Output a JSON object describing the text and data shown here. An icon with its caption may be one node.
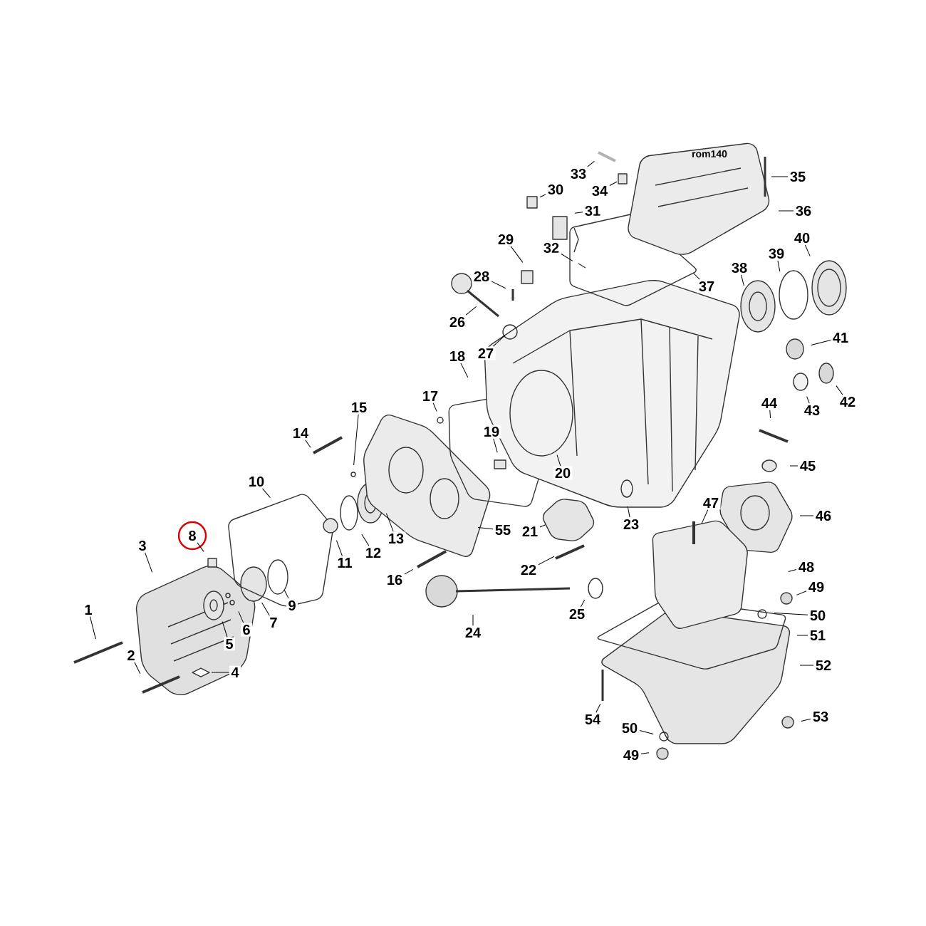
{
  "diagram": {
    "nodes": [
      {
        "text": [
          "1"
        ]
      },
      {
        "text": [
          "2"
        ]
      },
      {
        "text": [
          "3"
        ]
      },
      {
        "text": [
          "4"
        ]
      },
      {
        "text": [
          "5"
        ]
      },
      {
        "text": [
          "6"
        ]
      },
      {
        "text": [
          "7"
        ]
      },
      {
        "text": [
          "8"
        ]
      },
      {
        "text": [
          "9"
        ]
      },
      {
        "text": [
          "10"
        ]
      },
      {
        "text": [
          "11"
        ]
      },
      {
        "text": [
          "12"
        ]
      },
      {
        "text": [
          "13"
        ]
      },
      {
        "text": [
          "14"
        ]
      },
      {
        "text": [
          "15"
        ]
      },
      {
        "text": [
          "16"
        ]
      },
      {
        "text": [
          "17"
        ]
      },
      {
        "text": [
          "18"
        ]
      },
      {
        "text": [
          "19"
        ]
      },
      {
        "text": [
          "20"
        ]
      },
      {
        "text": [
          "21"
        ]
      },
      {
        "text": [
          "22"
        ]
      },
      {
        "text": [
          "23"
        ]
      },
      {
        "text": [
          "24"
        ]
      },
      {
        "text": [
          "25"
        ]
      },
      {
        "text": [
          "26"
        ]
      },
      {
        "text": [
          "27"
        ]
      },
      {
        "text": [
          "28"
        ]
      },
      {
        "text": [
          "29"
        ]
      },
      {
        "text": [
          "30"
        ]
      },
      {
        "text": [
          "31"
        ]
      },
      {
        "text": [
          "32"
        ]
      },
      {
        "text": [
          "33"
        ]
      },
      {
        "text": [
          "34"
        ]
      },
      {
        "text": [
          "35"
        ]
      },
      {
        "text": [
          "36"
        ]
      },
      {
        "text": [
          "37"
        ]
      },
      {
        "text": [
          "38"
        ]
      },
      {
        "text": [
          "39"
        ]
      },
      {
        "text": [
          "40"
        ]
      },
      {
        "text": [
          "41"
        ]
      },
      {
        "text": [
          "42"
        ]
      },
      {
        "text": [
          "43"
        ]
      },
      {
        "text": [
          "44"
        ]
      },
      {
        "text": [
          "45"
        ]
      },
      {
        "text": [
          "46"
        ]
      },
      {
        "text": [
          "47"
        ]
      },
      {
        "text": [
          "48"
        ]
      },
      {
        "text": [
          "49"
        ]
      },
      {
        "text": [
          "50"
        ]
      },
      {
        "text": [
          "51"
        ]
      },
      {
        "text": [
          "52"
        ]
      },
      {
        "text": [
          "53"
        ]
      },
      {
        "text": [
          "54"
        ]
      },
      {
        "text": [
          "50"
        ]
      },
      {
        "text": [
          "49"
        ]
      },
      {
        "text": [
          "55"
        ]
      }
    ],
    "edges": [
      {
        "from": 0,
        "to": null,
        "arrow": "none"
      },
      {
        "from": 1,
        "to": null,
        "arrow": "none"
      },
      {
        "from": 2,
        "to": null,
        "arrow": "none"
      },
      {
        "from": 3,
        "to": null,
        "arrow": "none"
      },
      {
        "from": 4,
        "to": null,
        "arrow": "none"
      },
      {
        "from": 5,
        "to": null,
        "arrow": "none"
      },
      {
        "from": 6,
        "to": null,
        "arrow": "none"
      },
      {
        "from": 7,
        "to": null,
        "arrow": "none"
      },
      {
        "from": 8,
        "to": null,
        "arrow": "none"
      },
      {
        "from": 9,
        "to": null,
        "arrow": "none"
      },
      {
        "from": 10,
        "to": null,
        "arrow": "none"
      },
      {
        "from": 11,
        "to": null,
        "arrow": "none"
      },
      {
        "from": 12,
        "to": null,
        "arrow": "none"
      },
      {
        "from": 13,
        "to": null,
        "arrow": "none"
      },
      {
        "from": 14,
        "to": null,
        "arrow": "none"
      },
      {
        "from": 15,
        "to": null,
        "arrow": "none"
      },
      {
        "from": 16,
        "to": null,
        "arrow": "none"
      },
      {
        "from": 17,
        "to": null,
        "arrow": "none"
      },
      {
        "from": 18,
        "to": null,
        "arrow": "none"
      },
      {
        "from": 19,
        "to": null,
        "arrow": "none"
      },
      {
        "from": 20,
        "to": null,
        "arrow": "none"
      },
      {
        "from": 21,
        "to": null,
        "arrow": "none"
      },
      {
        "from": 22,
        "to": null,
        "arrow": "none"
      },
      {
        "from": 23,
        "to": null,
        "arrow": "none"
      },
      {
        "from": 24,
        "to": null,
        "arrow": "none"
      },
      {
        "from": 25,
        "to": null,
        "arrow": "none"
      },
      {
        "from": 26,
        "to": null,
        "arrow": "none"
      },
      {
        "from": 27,
        "to": null,
        "arrow": "none"
      },
      {
        "from": 28,
        "to": null,
        "arrow": "none"
      },
      {
        "from": 29,
        "to": null,
        "arrow": "none"
      },
      {
        "from": 30,
        "to": null,
        "arrow": "none"
      },
      {
        "from": 31,
        "to": null,
        "arrow": "none"
      },
      {
        "from": 32,
        "to": null,
        "arrow": "none"
      },
      {
        "from": 33,
        "to": null,
        "arrow": "none"
      },
      {
        "from": 34,
        "to": null,
        "arrow": "none"
      },
      {
        "from": 35,
        "to": null,
        "arrow": "none"
      },
      {
        "from": 36,
        "to": null,
        "arrow": "none"
      },
      {
        "from": 37,
        "to": null,
        "arrow": "none"
      },
      {
        "from": 38,
        "to": null,
        "arrow": "none"
      },
      {
        "from": 39,
        "to": null,
        "arrow": "none"
      },
      {
        "from": 40,
        "to": null,
        "arrow": "none"
      },
      {
        "from": 41,
        "to": null,
        "arrow": "none"
      },
      {
        "from": 42,
        "to": null,
        "arrow": "none"
      },
      {
        "from": 43,
        "to": null,
        "arrow": "none"
      },
      {
        "from": 44,
        "to": null,
        "arrow": "none"
      },
      {
        "from": 45,
        "to": null,
        "arrow": "none"
      },
      {
        "from": 46,
        "to": null,
        "arrow": "none"
      },
      {
        "from": 47,
        "to": null,
        "arrow": "none"
      },
      {
        "from": 48,
        "to": null,
        "arrow": "none"
      },
      {
        "from": 49,
        "to": null,
        "arrow": "none"
      },
      {
        "from": 50,
        "to": null,
        "arrow": "none"
      },
      {
        "from": 51,
        "to": null,
        "arrow": "none"
      },
      {
        "from": 52,
        "to": null,
        "arrow": "none"
      },
      {
        "from": 53,
        "to": null,
        "arrow": "none"
      },
      {
        "from": 54,
        "to": null,
        "arrow": "none"
      },
      {
        "from": 55,
        "to": null,
        "arrow": "none"
      },
      {
        "from": 56,
        "to": null,
        "arrow": "none"
      }
    ],
    "labels": [
      "rom140"
    ]
  }
}
